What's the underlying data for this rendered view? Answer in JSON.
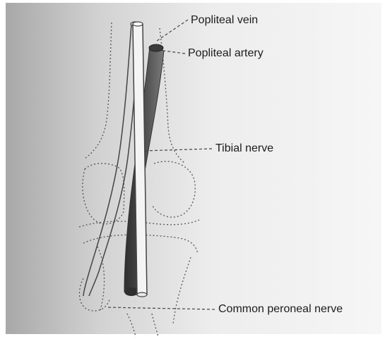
{
  "labels": {
    "popliteal_vein": "Popliteal vein",
    "popliteal_artery": "Popliteal artery",
    "tibial_nerve": "Tibial nerve",
    "common_peroneal_nerve": "Common peroneal nerve"
  },
  "colors": {
    "background_left": "#b9b9b9",
    "background_right": "#f4f4f4",
    "vessel_dark": "#3a3a3a",
    "vessel_mid": "#6a6a6a",
    "outline": "#555555"
  }
}
